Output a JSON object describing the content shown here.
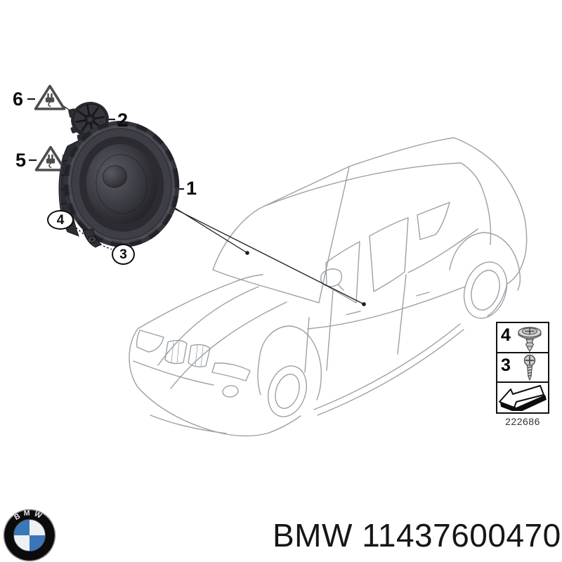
{
  "product": {
    "title": "BMW 11437600470",
    "brand": "BMW",
    "part_number": "11437600470"
  },
  "diagram": {
    "drawing_number": "222686",
    "callouts": {
      "n1": "1",
      "n2": "2",
      "n3": "3",
      "n4": "4",
      "n5": "5",
      "n6": "6"
    },
    "legend": {
      "clip_label": "4",
      "screw_label": "3"
    },
    "icons": {
      "warning": "electrical-connector-warning-icon",
      "clip": "expanding-rivet-icon",
      "screw": "tapping-screw-icon",
      "arrow": "fitting-direction-arrow-icon",
      "logo": "bmw-roundel-icon"
    },
    "colors": {
      "line_art": "#9ba1a7",
      "ink": "#1a1a1a",
      "speaker_body": "#33333a",
      "logo_blue": "#3b76b8"
    }
  }
}
